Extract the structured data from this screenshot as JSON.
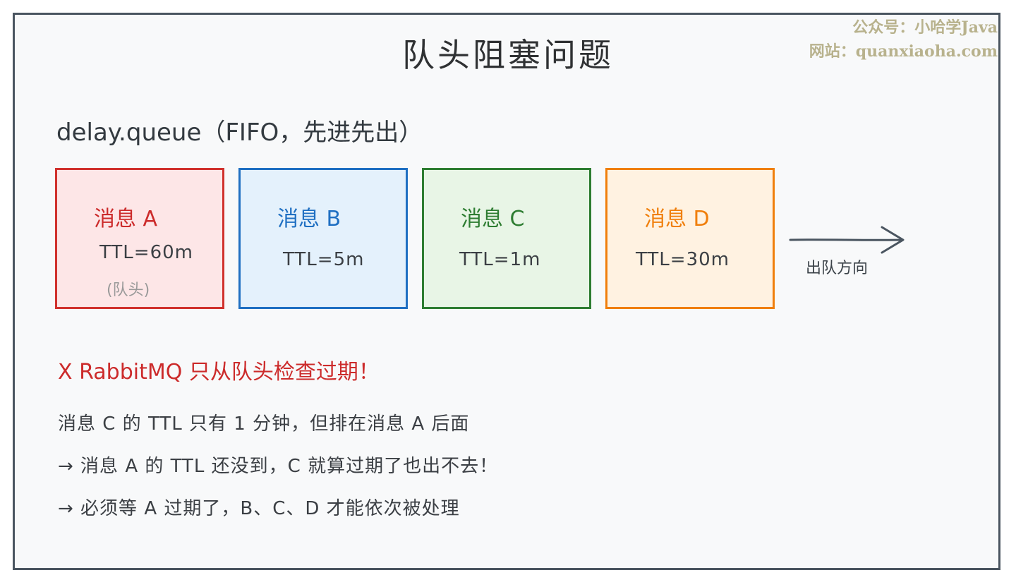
{
  "title": "队头阻塞问题",
  "watermark": {
    "line1": "公众号：小哈学Java",
    "line2": "网站：quanxiaoha.com"
  },
  "queue_label": "delay.queue（FIFO，先进先出）",
  "messages": [
    {
      "name": "消息 A",
      "ttl": "TTL=60m",
      "note": "(队头)",
      "color": "#d0312d"
    },
    {
      "name": "消息 B",
      "ttl": "TTL=5m",
      "color": "#1f6fc2"
    },
    {
      "name": "消息 C",
      "ttl": "TTL=1m",
      "color": "#2e7d32"
    },
    {
      "name": "消息 D",
      "ttl": "TTL=30m",
      "color": "#f07f0c"
    }
  ],
  "direction_label": "出队方向",
  "warning": "X RabbitMQ 只从队头检查过期！",
  "explanation": [
    "消息 C 的 TTL 只有 1 分钟，但排在消息 A 后面",
    "→ 消息 A 的 TTL 还没到，C 就算过期了也出不去！",
    "→ 必须等 A 过期了，B、C、D 才能依次被处理"
  ]
}
